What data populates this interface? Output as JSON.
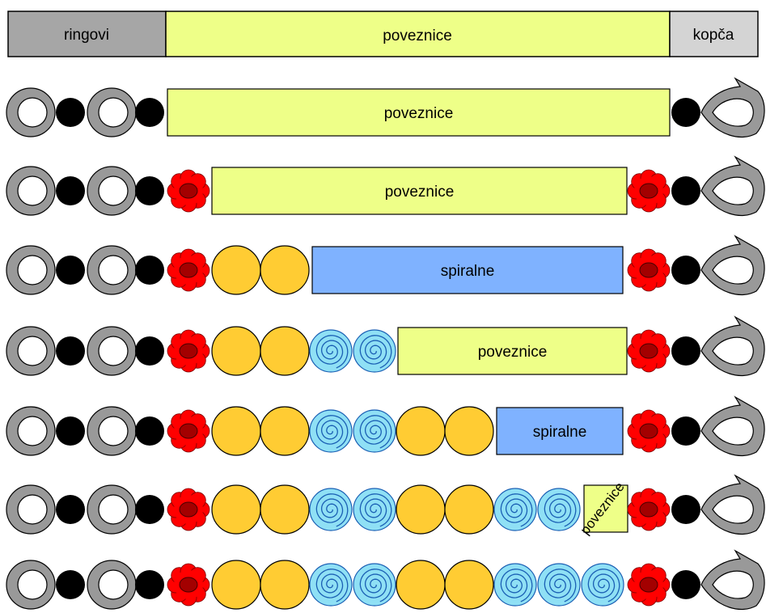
{
  "header": {
    "left_label": "ringovi",
    "center_label": "poveznice",
    "right_label": "kopča"
  },
  "rows": [
    {
      "center": [
        "link:poveznice"
      ]
    },
    {
      "center": [
        "flower",
        "link:poveznice",
        "flower"
      ]
    },
    {
      "center": [
        "flower",
        "bead",
        "bead",
        "spiral_box:spiralne",
        "flower"
      ]
    },
    {
      "center": [
        "flower",
        "bead",
        "bead",
        "spiral",
        "spiral",
        "link:poveznice",
        "flower"
      ]
    },
    {
      "center": [
        "flower",
        "bead",
        "bead",
        "spiral",
        "spiral",
        "bead",
        "bead",
        "spiral_box:spiralne",
        "flower"
      ]
    },
    {
      "center": [
        "flower",
        "bead",
        "bead",
        "spiral",
        "spiral",
        "bead",
        "bead",
        "spiral",
        "spiral",
        "small_link:poveznice",
        "flower"
      ]
    },
    {
      "center": [
        "flower",
        "bead",
        "bead",
        "spiral",
        "spiral",
        "bead",
        "bead",
        "spiral",
        "spiral",
        "spiral",
        "flower"
      ]
    }
  ],
  "colors": {
    "header_gray": "#a6a6a6",
    "header_light": "#d4d4d4",
    "link_fill": "#eeff88",
    "spiral_box_fill": "#7fb2ff",
    "bead_fill": "#ffcc33",
    "spiral_fill": "#8fe0f5",
    "spiral_stroke": "#1a5fb4",
    "flower_fill": "#ff0000",
    "flower_center": "#a30000",
    "ring_fill": "#999999",
    "black": "#000000"
  }
}
